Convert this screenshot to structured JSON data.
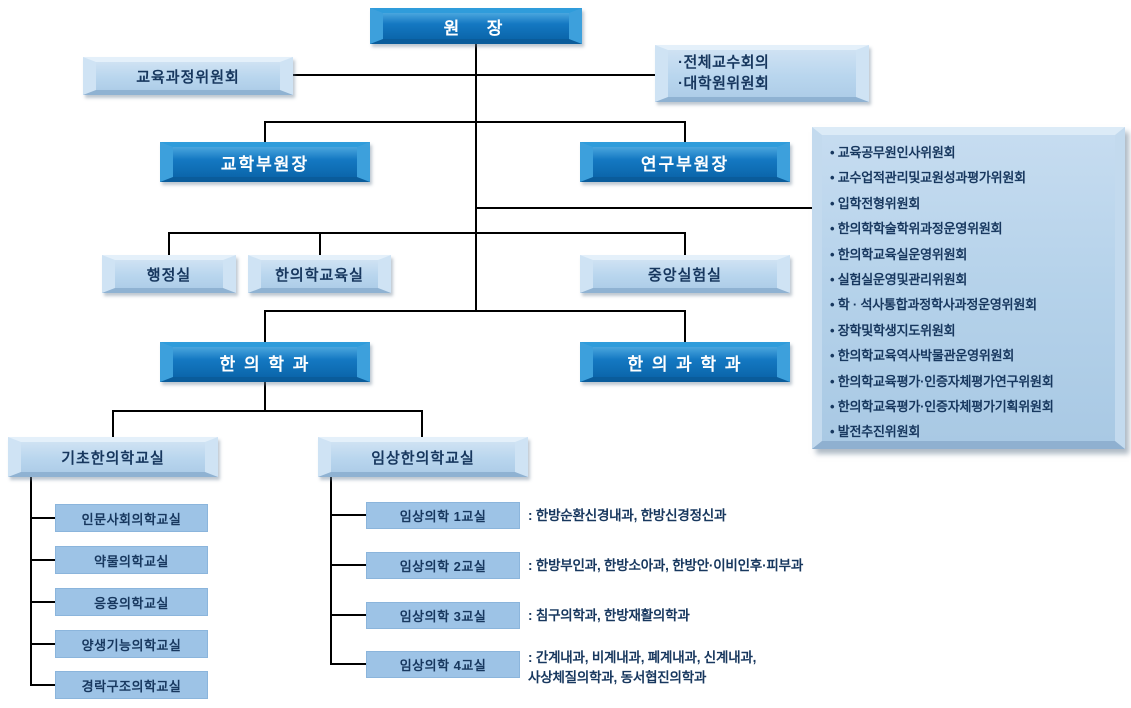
{
  "colors": {
    "dark_box": "#1478c2",
    "light_box": "#b9d6ee",
    "flat_box": "#9dc3e6",
    "text_dark_navy": "#17375e",
    "text_white": "#ffffff",
    "connector_line": "#000000"
  },
  "org": {
    "director": {
      "label": "원  장"
    },
    "curriculum_committee": {
      "label": "교육과정위원회"
    },
    "assembly": {
      "lines": [
        "·전체교수회의",
        "·대학원위원회"
      ]
    },
    "academic_vice_dean": {
      "label": "교학부원장"
    },
    "research_vice_dean": {
      "label": "연구부원장"
    },
    "committee_panel": {
      "items": [
        "교육공무원인사위원회",
        "교수업적관리및교원성과평가위원회",
        "입학전형위원회",
        "한의학학술학위과정운영위원회",
        "한의학교육실운영위원회",
        "실험실운영및관리위원회",
        "학 · 석사통합과정학사과정운영위원회",
        "장학및학생지도위원회",
        "한의학교육역사박물관운영위원회",
        "한의학교육평가·인증자체평가연구위원회",
        "한의학교육평가·인증자체평가기획위원회",
        "발전추진위원회"
      ]
    },
    "admin_office": {
      "label": "행정실"
    },
    "edu_office": {
      "label": "한의학교육실"
    },
    "central_lab": {
      "label": "중앙실험실"
    },
    "dept_korean_medicine": {
      "label": "한 의 학 과"
    },
    "dept_korean_medical_science": {
      "label": "한 의 과 학 과"
    },
    "basic_division": {
      "label": "기초한의학교실"
    },
    "clinical_division": {
      "label": "임상한의학교실"
    },
    "basic_labs": [
      "인문사회의학교실",
      "약물의학교실",
      "응용의학교실",
      "양생기능의학교실",
      "경락구조의학교실"
    ],
    "clinical_labs": [
      {
        "label": "임상의학 1교실",
        "desc": ": 한방순환신경내과, 한방신경정신과"
      },
      {
        "label": "임상의학 2교실",
        "desc": ": 한방부인과, 한방소아과, 한방안·이비인후·피부과"
      },
      {
        "label": "임상의학 3교실",
        "desc": ": 침구의학과, 한방재활의학과"
      },
      {
        "label": "임상의학 4교실",
        "desc": ": 간계내과, 비계내과, 폐계내과, 신계내과,\n사상체질의학과, 동서협진의학과"
      }
    ]
  }
}
